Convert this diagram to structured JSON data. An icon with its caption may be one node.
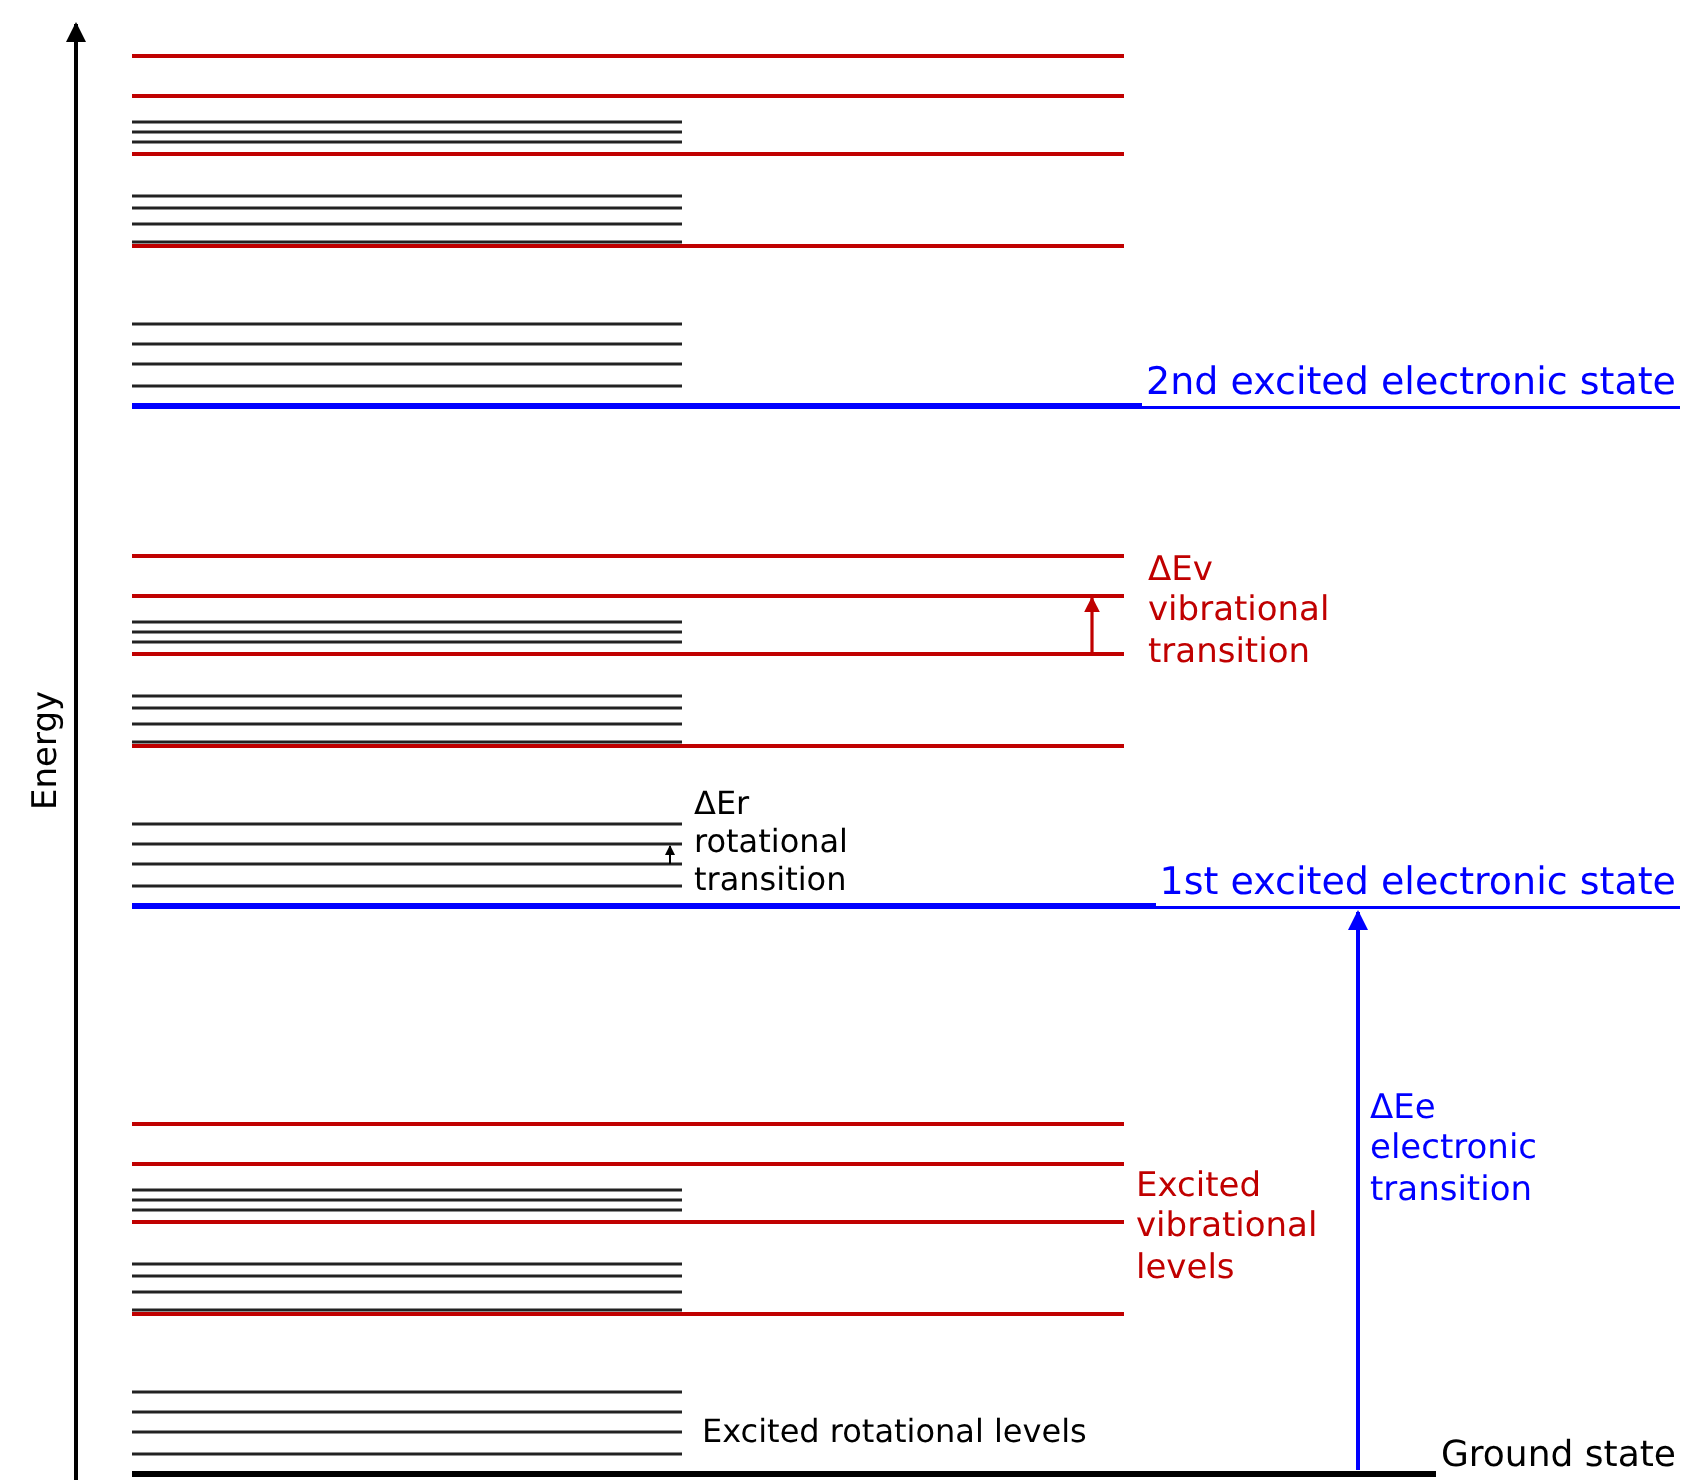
{
  "diagram": {
    "labels": [
      "Energy",
      "2nd excited electronic state",
      "ΔEv vibrational transition",
      "ΔEr rotational transition",
      "1st excited electronic state",
      "Excited vibrational levels",
      "ΔEe electronic transition",
      "Excited rotational levels",
      "Ground state"
    ]
  }
}
